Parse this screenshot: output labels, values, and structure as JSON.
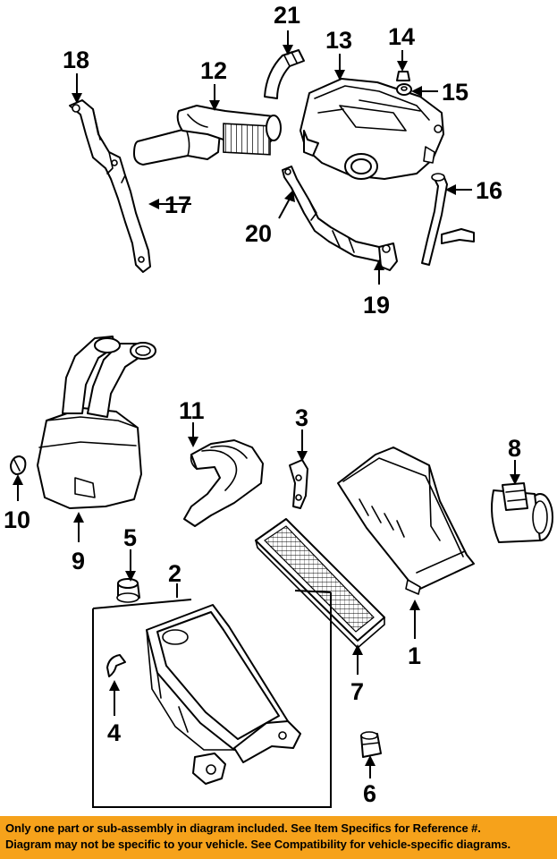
{
  "callouts": {
    "c1": "1",
    "c2": "2",
    "c3": "3",
    "c4": "4",
    "c5": "5",
    "c6": "6",
    "c7": "7",
    "c8": "8",
    "c9": "9",
    "c10": "10",
    "c11": "11",
    "c12": "12",
    "c13": "13",
    "c14": "14",
    "c15": "15",
    "c16": "16",
    "c17": "17",
    "c18": "18",
    "c19": "19",
    "c20": "20",
    "c21": "21"
  },
  "footer": {
    "line1": "Only one part or sub-assembly in diagram included. See Item Specifics for Reference #.",
    "line2": "Diagram may not be specific to your vehicle. See Compatibility for vehicle-specific diagrams."
  },
  "colors": {
    "footer_background": "#f6a21b",
    "line_art": "#000000",
    "background": "#ffffff"
  }
}
